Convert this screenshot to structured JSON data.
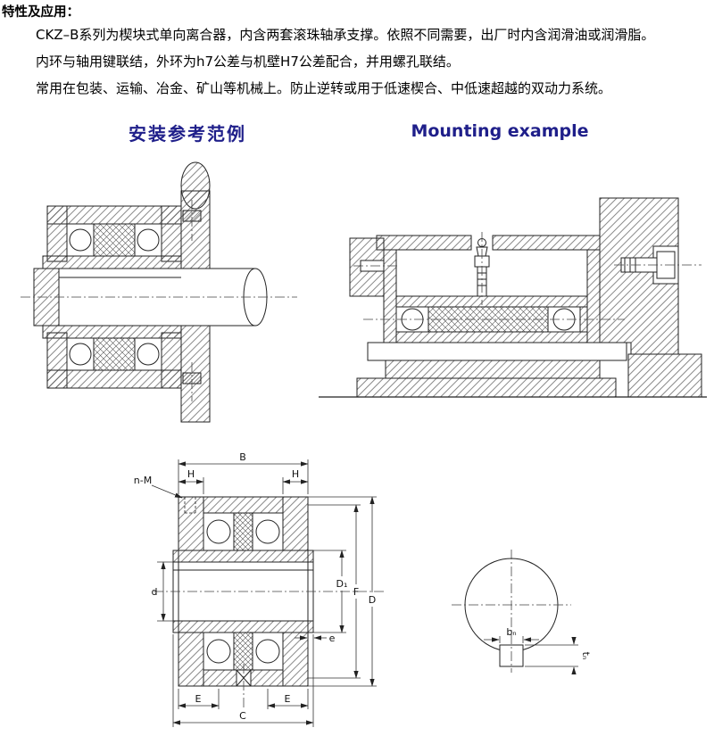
{
  "document": {
    "heading": "特性及应用：",
    "paragraphs": [
      "CKZ–B系列为楔块式单向离合器，内含两套滚珠轴承支撑。依照不同需要，出厂时内含润滑油或润滑脂。",
      "内环与轴用键联结，外环为h7公差与机壁H7公差配合，并用螺孔联结。",
      "常用在包装、运输、冶金、矿山等机械上。防止逆转或用于低速楔合、中低速超越的双动力系统。"
    ],
    "section_title_zh": "安装参考范例",
    "section_title_en": "Mounting example",
    "accent_color": "#1f1f8a"
  },
  "dimension_labels": {
    "n_M": "n-M",
    "B": "B",
    "H_left": "H",
    "H_right": "H",
    "d": "d",
    "D1": "D₁",
    "F": "F",
    "D": "D",
    "e": "e",
    "E_left": "E",
    "E_right": "E",
    "C": "C",
    "b_n": "bₙ",
    "t_n": "tₙ"
  }
}
